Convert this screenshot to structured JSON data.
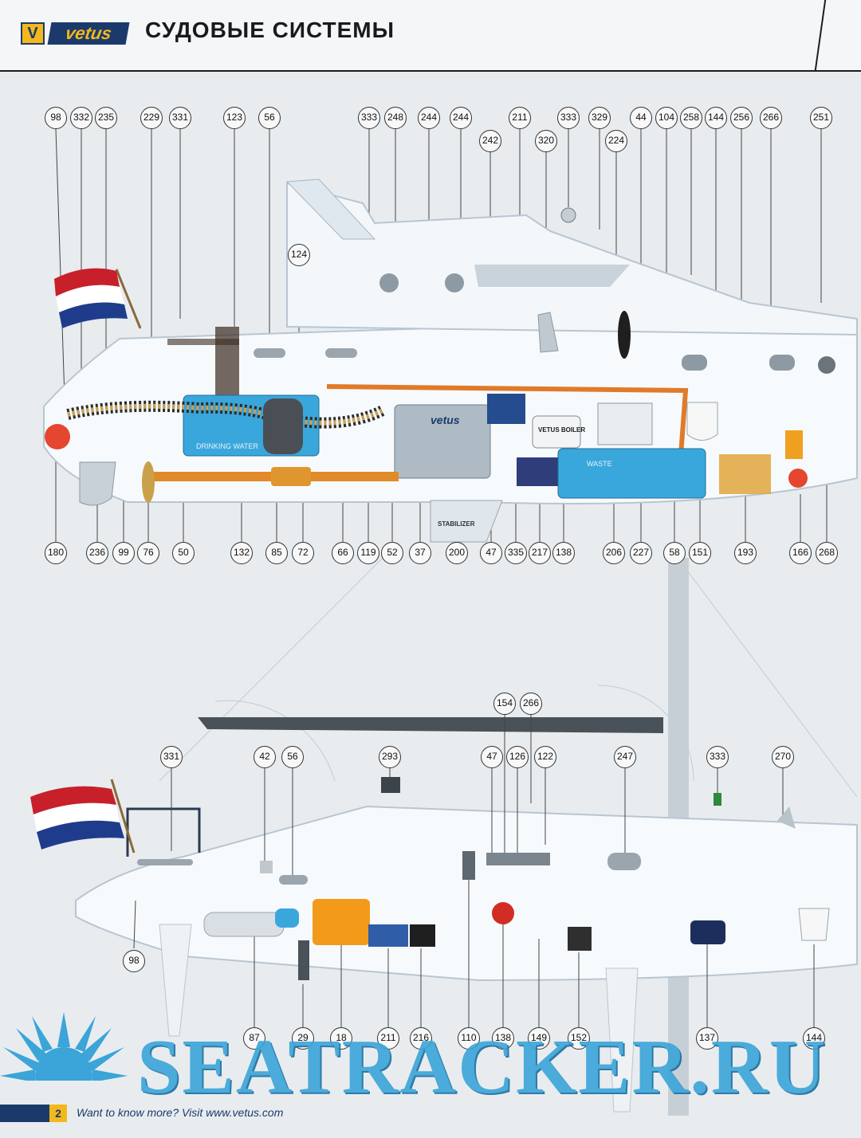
{
  "header": {
    "logo_mark": "V",
    "logo_word": "vetus",
    "title": "СУДОВЫЕ СИСТЕМЫ"
  },
  "boat_labels": {
    "drinking_water": "DRINKING WATER",
    "engine_brand": "vetus",
    "boiler": "VETUS BOILER",
    "waste": "WASTE",
    "stabilizer": "STABILIZER"
  },
  "motor_yacht_callouts": {
    "top_row": [
      "98",
      "332",
      "235",
      "229",
      "331",
      "123",
      "56",
      "333",
      "248",
      "244",
      "244",
      "211",
      "333",
      "329",
      "44",
      "104",
      "258",
      "144",
      "256",
      "266",
      "251"
    ],
    "top_second_row": [
      "242",
      "320",
      "224",
      "124"
    ],
    "bottom_row": [
      "180",
      "236",
      "99",
      "76",
      "50",
      "132",
      "85",
      "72",
      "66",
      "119",
      "52",
      "37",
      "200",
      "47",
      "335",
      "217",
      "138",
      "206",
      "227",
      "58",
      "151",
      "193",
      "166",
      "268"
    ]
  },
  "sailboat_callouts": {
    "upper": [
      "154",
      "266"
    ],
    "top_row": [
      "331",
      "42",
      "56",
      "293",
      "47",
      "126",
      "122",
      "247",
      "333",
      "270"
    ],
    "left": [
      "98"
    ],
    "bottom_row": [
      "87",
      "29",
      "18",
      "211",
      "216",
      "110",
      "138",
      "149",
      "152",
      "137",
      "144"
    ]
  },
  "watermark": "SEATRACKER.RU",
  "footer": {
    "page_number": "2",
    "text": "Want to know more? Visit www.vetus.com"
  },
  "colors": {
    "brand_blue": "#1b3a6b",
    "brand_yellow": "#f3b81c",
    "watermark_blue": "#3ba4d8",
    "tank_blue": "#3aa7dc",
    "shaft_orange": "#e08a2a",
    "flag_red": "#c8202a",
    "flag_blue": "#1f3c8c"
  }
}
